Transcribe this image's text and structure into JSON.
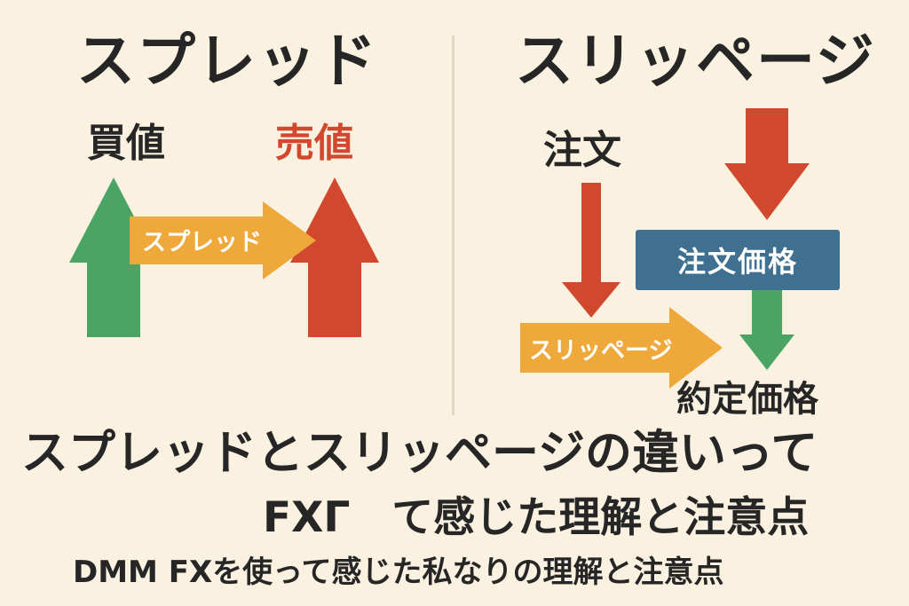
{
  "colors": {
    "background": "#faf1e1",
    "green": "#4aa564",
    "red": "#d2482f",
    "orange": "#eea93a",
    "blue_box": "#3f7090",
    "text": "#262626"
  },
  "spread_panel": {
    "heading": "スプレッド",
    "buy_label": "買値",
    "sell_label": "売値",
    "arrow_label": "スプレッド"
  },
  "slippage_panel": {
    "heading": "スリッページ",
    "order_label": "注文",
    "order_price_box": "注文価格",
    "arrow_label": "スリッページ",
    "executed_label": "約定価格"
  },
  "titles": {
    "line1": "スプレッドとスリッページの違いって",
    "line2": "FXΓ　て感じた理解と注意点",
    "line3": "DMM FXを使って感じた私なりの理解と注意点"
  }
}
